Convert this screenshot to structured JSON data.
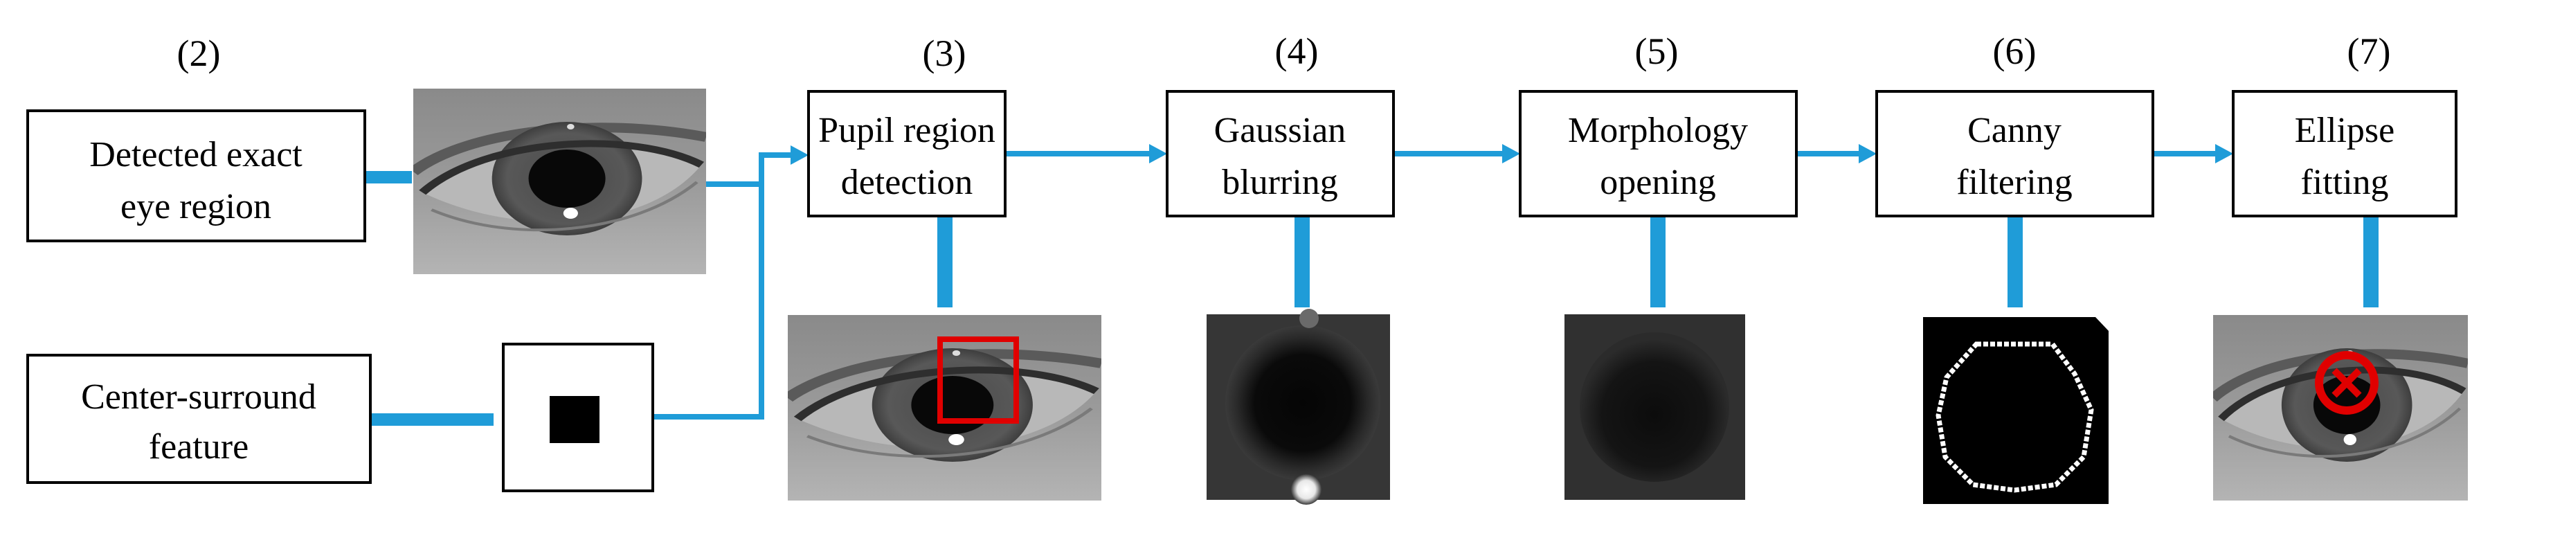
{
  "colors": {
    "connector": "#1f9cd8",
    "box_border": "#000000",
    "highlight": "#e00000"
  },
  "step_numbers": [
    "(2)",
    "(3)",
    "(4)",
    "(5)",
    "(6)",
    "(7)"
  ],
  "input_boxes": [
    {
      "line1": "Detected exact",
      "line2": "eye region"
    },
    {
      "line1": "Center-surround",
      "line2": "feature"
    }
  ],
  "process_boxes": [
    {
      "line1": "Pupil region",
      "line2": "detection"
    },
    {
      "line1": "Gaussian",
      "line2": "blurring"
    },
    {
      "line1": "Morphology",
      "line2": "opening"
    },
    {
      "line1": "Canny",
      "line2": "filtering"
    },
    {
      "line1": "Ellipse",
      "line2": "fitting"
    }
  ]
}
